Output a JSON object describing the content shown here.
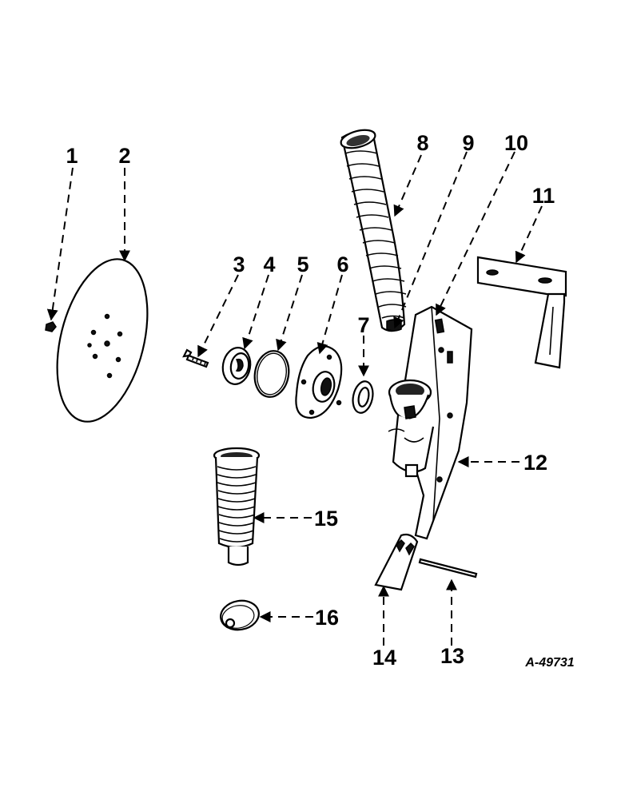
{
  "drawing_ref": "A-49731",
  "callouts": [
    {
      "id": "1",
      "label": "1"
    },
    {
      "id": "2",
      "label": "2"
    },
    {
      "id": "3",
      "label": "3"
    },
    {
      "id": "4",
      "label": "4"
    },
    {
      "id": "5",
      "label": "5"
    },
    {
      "id": "6",
      "label": "6"
    },
    {
      "id": "7",
      "label": "7"
    },
    {
      "id": "8",
      "label": "8"
    },
    {
      "id": "9",
      "label": "9"
    },
    {
      "id": "10",
      "label": "10"
    },
    {
      "id": "11",
      "label": "11"
    },
    {
      "id": "12",
      "label": "12"
    },
    {
      "id": "13",
      "label": "13"
    },
    {
      "id": "14",
      "label": "14"
    },
    {
      "id": "15",
      "label": "15"
    },
    {
      "id": "16",
      "label": "16"
    }
  ]
}
